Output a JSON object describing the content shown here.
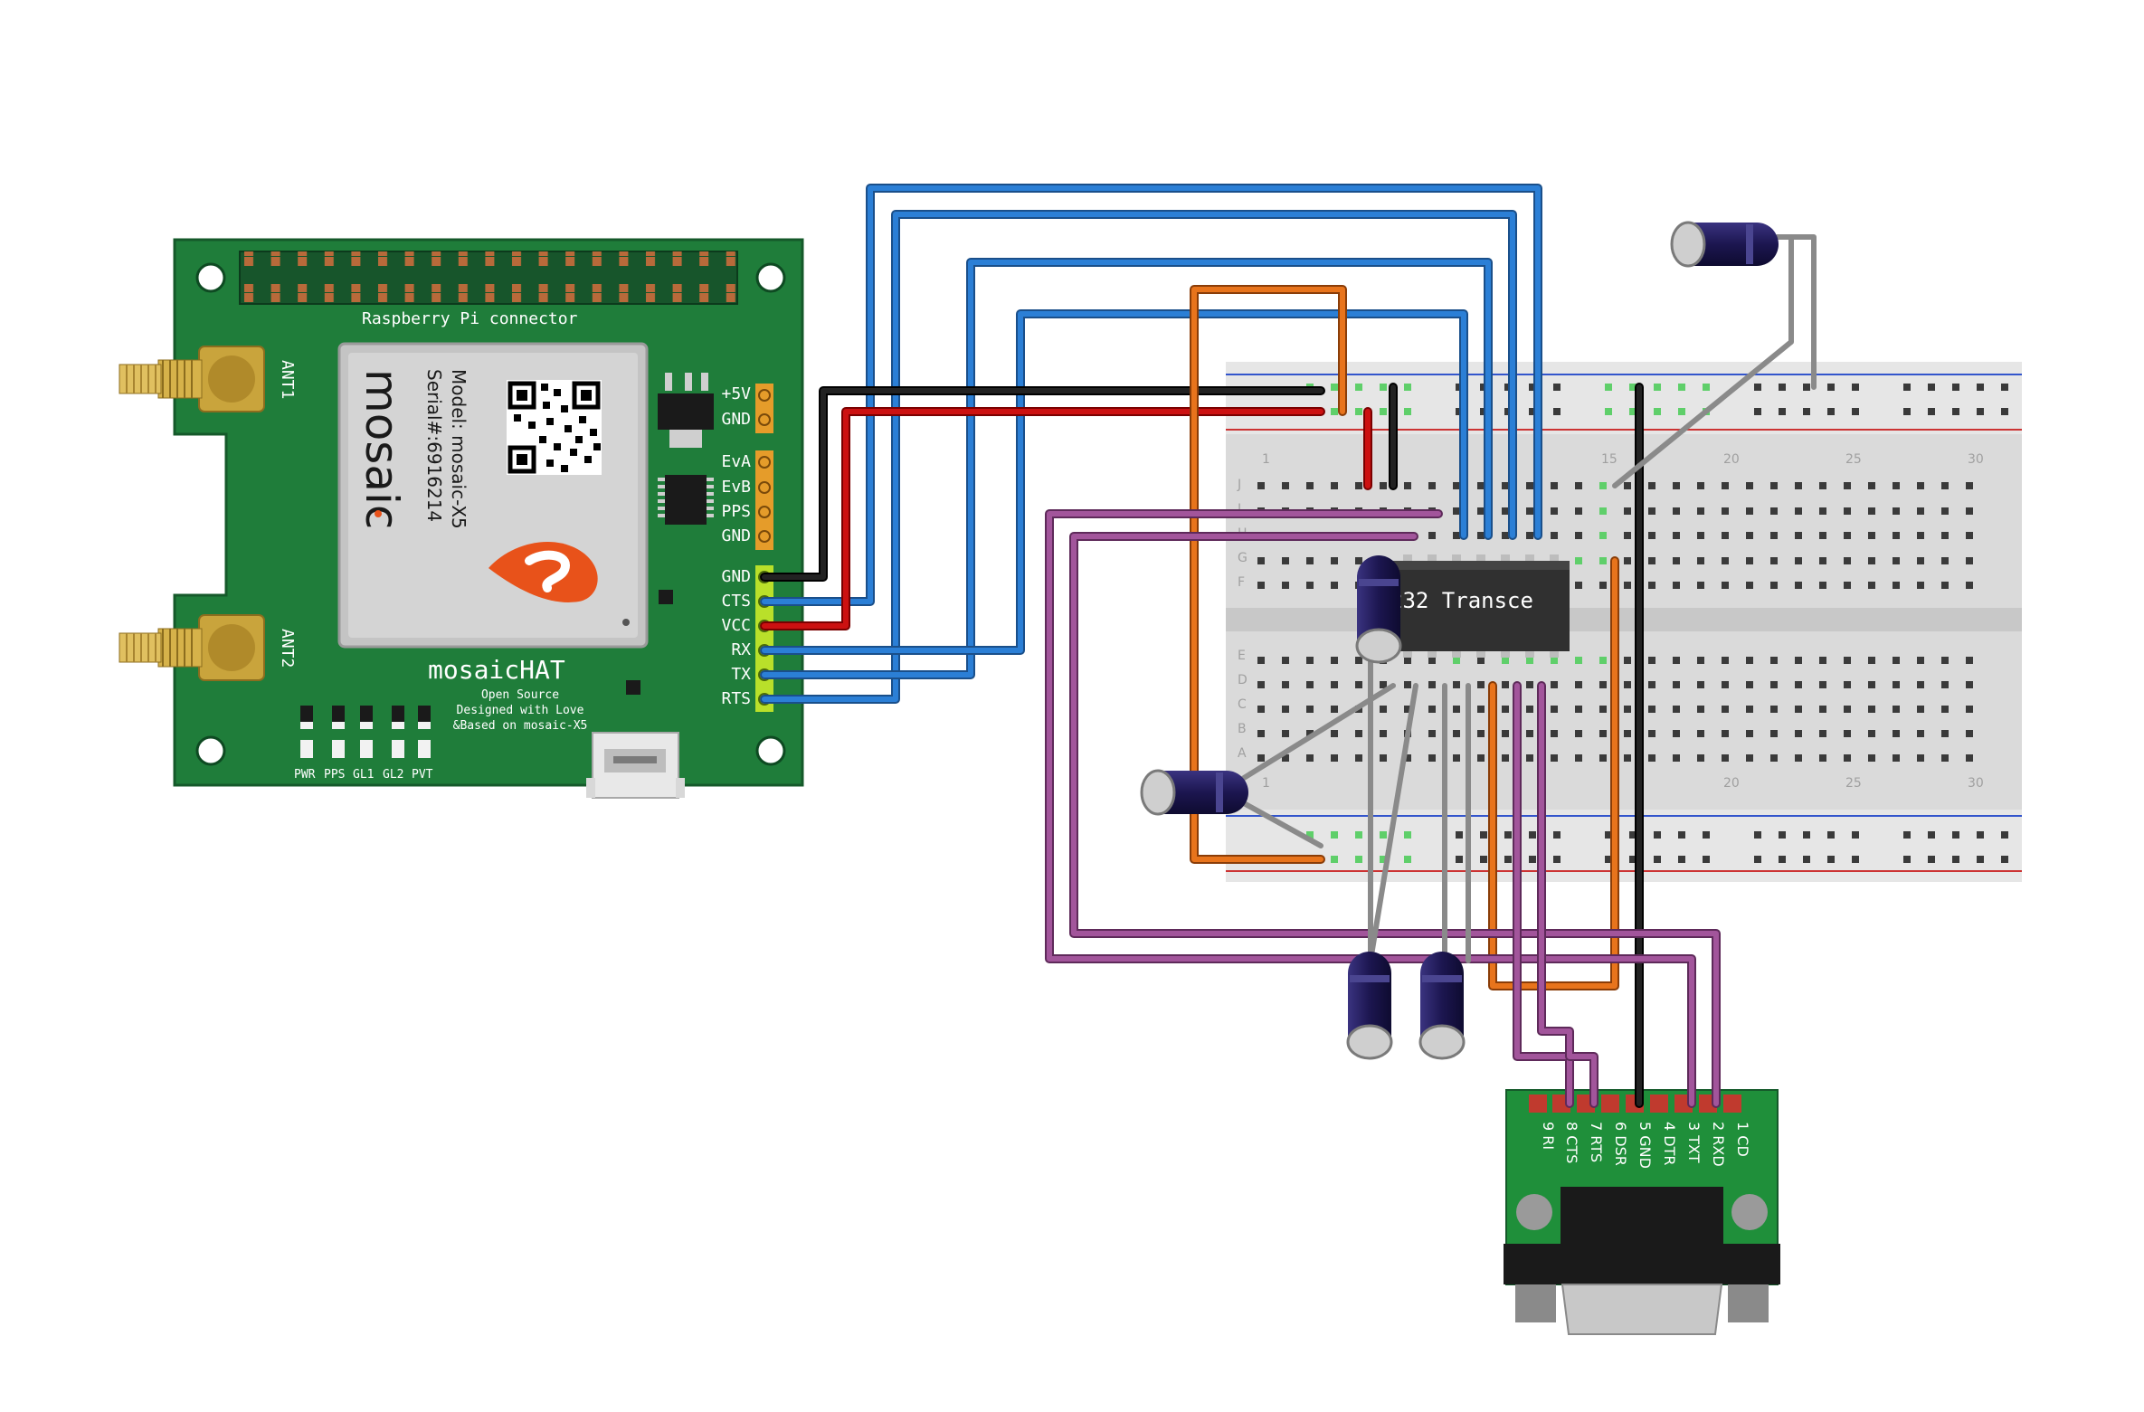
{
  "hat": {
    "connector_label": "Raspberry Pi connector",
    "ant1": "ANT1",
    "ant2": "ANT2",
    "module_brand": "mosaic",
    "module_model": "Model: mosaic-X5",
    "module_serial": "Serial#:6916214",
    "title": "mosaicHAT",
    "subtitle1": "Open Source",
    "subtitle2": "Designed with Love",
    "subtitle3": "&Based on mosaic-X5",
    "power_pins": [
      "+5V",
      "GND"
    ],
    "event_pins": [
      "EvA",
      "EvB",
      "PPS",
      "GND"
    ],
    "uart_pins": [
      "GND",
      "CTS",
      "VCC",
      "RX",
      "TX",
      "RTS"
    ],
    "leds": [
      "PWR",
      "PPS",
      "GL1",
      "GL2",
      "PVT"
    ]
  },
  "breadboard": {
    "ic_label": "232 Transce",
    "row_letters_top": [
      "J",
      "I",
      "H",
      "G",
      "F"
    ],
    "row_letters_bottom": [
      "E",
      "D",
      "C",
      "B",
      "A"
    ],
    "column_numbers": [
      "1",
      "15",
      "20",
      "25",
      "30"
    ]
  },
  "db9": {
    "pins": [
      "9 RI",
      "8 CTS",
      "7 RTS",
      "6 DSR",
      "5 GND",
      "4 DTR",
      "3 TXT",
      "2 RXD",
      "1 CD"
    ]
  },
  "colors": {
    "pcb_green": "#1f7d3a",
    "wire_blue": "#2b7fd6",
    "wire_red": "#cc1111",
    "wire_black": "#111111",
    "wire_orange": "#e8741c",
    "wire_purple": "#a2559b",
    "wire_gray": "#9a9a9a",
    "capacitor": "#1c1650"
  }
}
